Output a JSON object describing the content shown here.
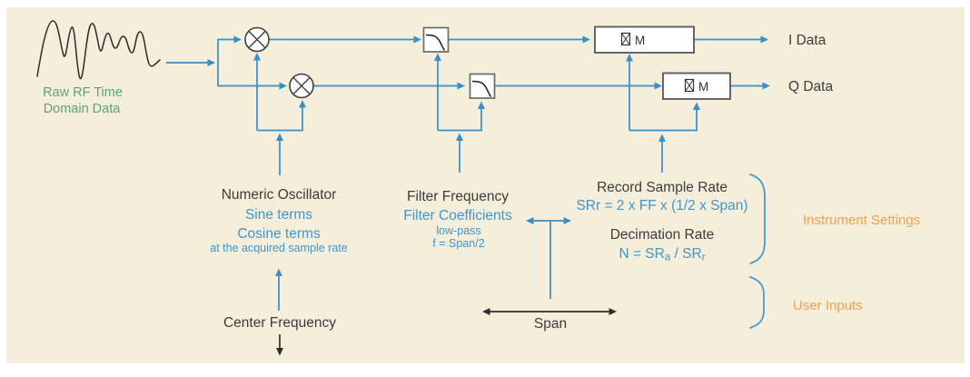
{
  "d": {
    "source": {
      "line1": "Raw RF Time",
      "line2": "Domain Data"
    },
    "osc": {
      "title": "Numeric Oscillator",
      "l1": "Sine terms",
      "l2": "Cosine terms",
      "l3": "at the acquired sample rate"
    },
    "filter": {
      "title": "Filter Frequency",
      "l1": "Filter Coefficients",
      "l2": "low-pass",
      "l3": "f = Span/2"
    },
    "record": {
      "title": "Record Sample Rate",
      "formula": "SRr = 2 x FF x (1/2 x Span)"
    },
    "decimation": {
      "title": "Decimation Rate",
      "f_p1": "N = SR",
      "f_sub1": "a",
      "f_p2": " / SR",
      "f_sub2": "r"
    },
    "dec_block": {
      "m": "M"
    },
    "out": {
      "i": "I Data",
      "q": "Q Data"
    },
    "inputs": {
      "center_frequency": "Center Frequency",
      "span": "Span"
    },
    "legend": {
      "instrument": "Instrument Settings",
      "user": "User Inputs"
    },
    "colors": {
      "background": "#f4eedb",
      "line_blue": "#3a8ec6",
      "text_blue": "#3f96cd",
      "text_dark": "#3c3c3c",
      "text_green": "#5ea377",
      "text_orange": "#f6a04c",
      "arrow_black": "#2e2e2e"
    }
  }
}
